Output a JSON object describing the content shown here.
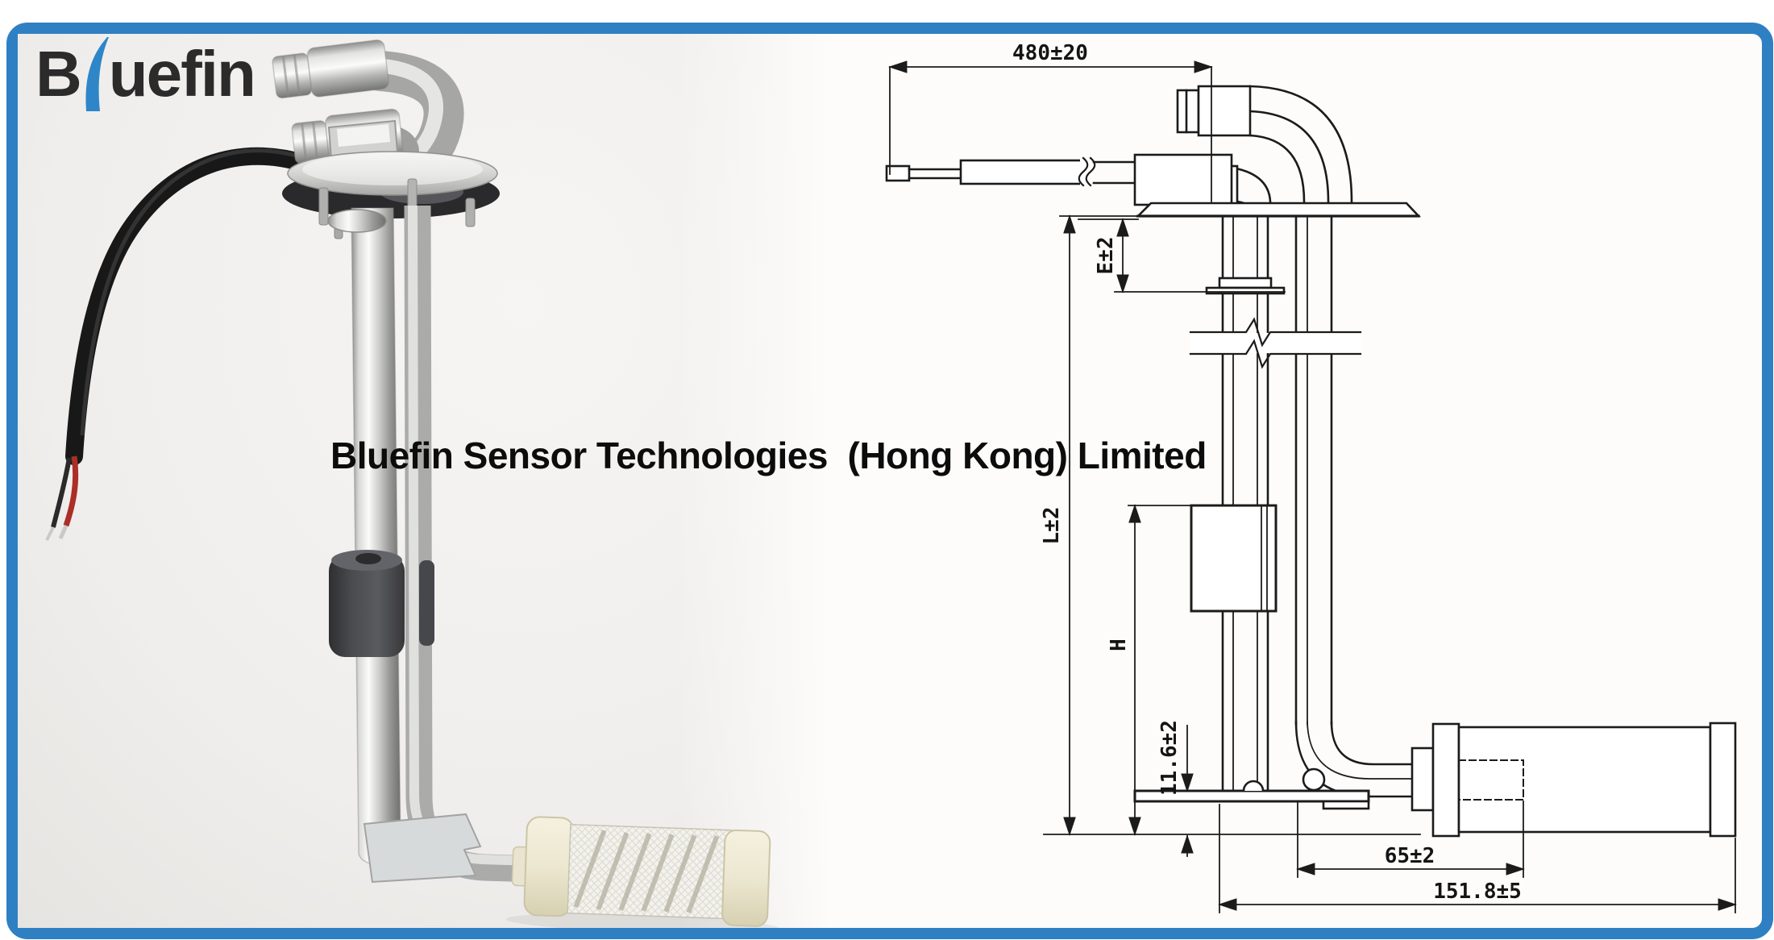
{
  "page": {
    "background": "#ffffff",
    "frame_color": "#2e80c3",
    "inner_background": "#fdfcfb"
  },
  "logo": {
    "text_start": "B",
    "text_end": "uefin",
    "color": "#2b2b2b",
    "fin_color": "#2e86c8",
    "fin_icon": "fin-swoosh-icon"
  },
  "title": {
    "company": "Bluefin Sensor Technologies  (Hong Kong) Limited"
  },
  "drawing": {
    "line_color": "#1b1b1b",
    "dimensions": {
      "cable_length": "480±20",
      "flange_to_collar": "E±2",
      "overall_length": "L±2",
      "float_travel": "H",
      "pickup_offset": "11.6±2",
      "filter_overlap": "65±2",
      "filter_length": "151.8±5"
    }
  }
}
